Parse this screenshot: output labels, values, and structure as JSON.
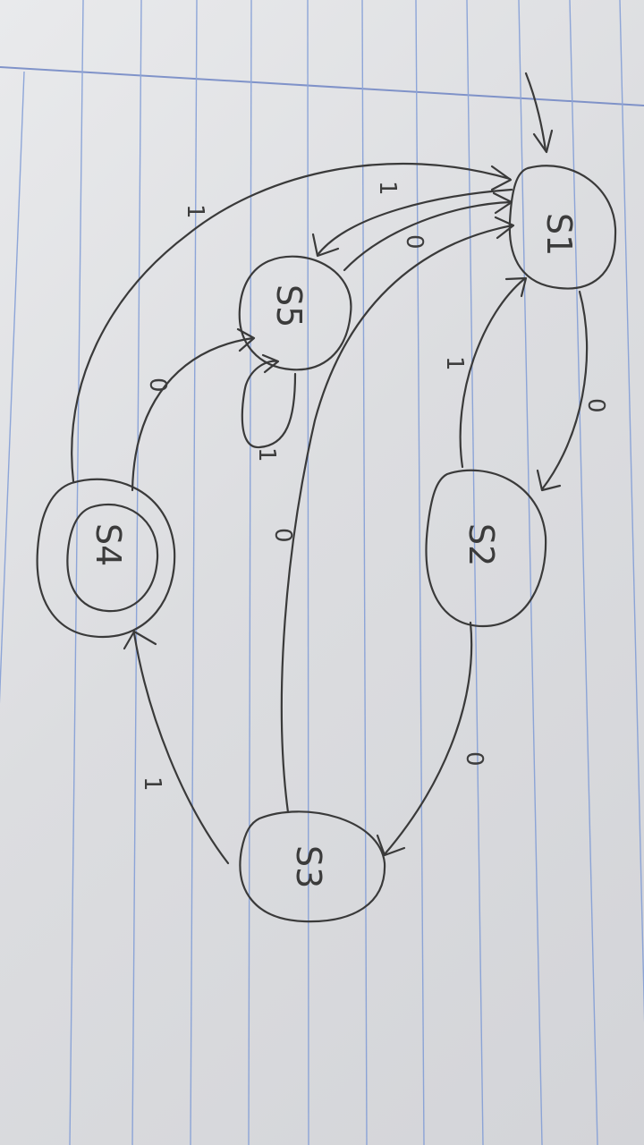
{
  "diagram": {
    "states": [
      {
        "id": "S1",
        "label": "S1",
        "start": true,
        "accepting": false
      },
      {
        "id": "S2",
        "label": "S2",
        "start": false,
        "accepting": false
      },
      {
        "id": "S3",
        "label": "S3",
        "start": false,
        "accepting": false
      },
      {
        "id": "S4",
        "label": "S4",
        "start": false,
        "accepting": true
      },
      {
        "id": "S5",
        "label": "S5",
        "start": false,
        "accepting": false
      }
    ],
    "transitions": [
      {
        "from": "S1",
        "to": "S2",
        "label": "0"
      },
      {
        "from": "S2",
        "to": "S1",
        "label": "1"
      },
      {
        "from": "S1",
        "to": "S5",
        "label": "1"
      },
      {
        "from": "S5",
        "to": "S1",
        "label": "0"
      },
      {
        "from": "S4",
        "to": "S1",
        "label": "1"
      },
      {
        "from": "S3",
        "to": "S1",
        "label": "0"
      },
      {
        "from": "S2",
        "to": "S3",
        "label": "0"
      },
      {
        "from": "S3",
        "to": "S4",
        "label": "1"
      },
      {
        "from": "S4",
        "to": "S5",
        "label": "0"
      },
      {
        "from": "S5",
        "to": "S5",
        "label": "1"
      }
    ]
  },
  "colors": {
    "paper": "#e4e5e8",
    "rule_lines": "#7f9bd6",
    "pencil": "#3a3a3a"
  }
}
